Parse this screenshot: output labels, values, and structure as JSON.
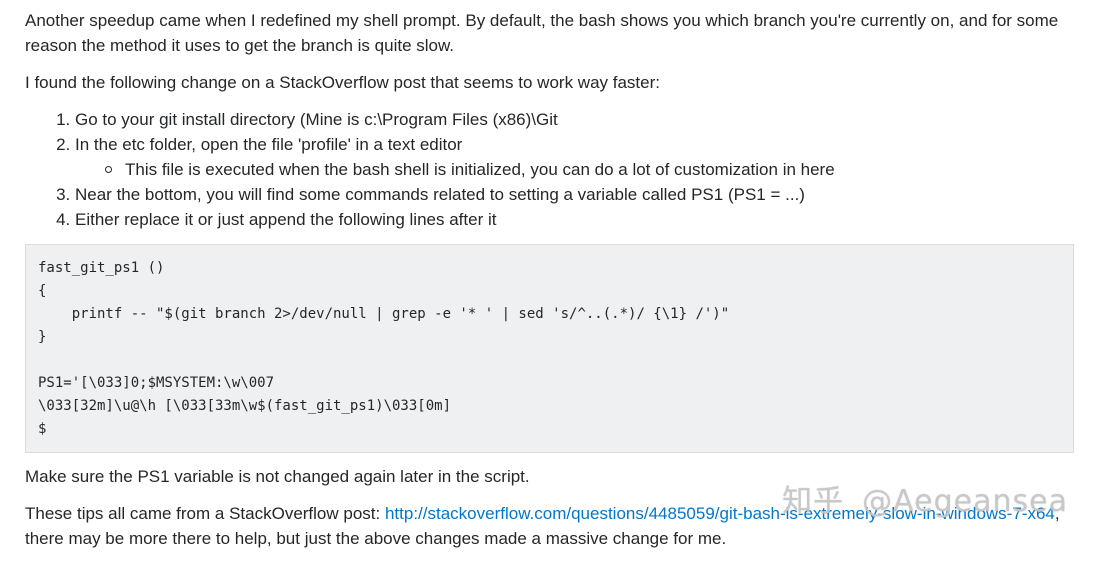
{
  "para1": "Another speedup came when I redefined my shell prompt. By default, the bash shows you which branch you're currently on, and for some reason the method it uses to get the branch is quite slow.",
  "para2": "I found the following change on a StackOverflow post that seems to work way faster:",
  "steps": [
    "Go to your git install directory (Mine is c:\\Program Files (x86)\\Git",
    "In the etc folder, open the file 'profile' in a text editor",
    "Near the bottom, you will find some commands related to setting a variable called PS1 (PS1 = ...)",
    "Either replace it or just append the following lines after it"
  ],
  "substep": "This file is executed when the bash shell is initialized, you can do a lot of customization in here",
  "code": "fast_git_ps1 ()\n{\n    printf -- \"$(git branch 2>/dev/null | grep -e '* ' | sed 's/^..(.*)/ {\\1} /')\"\n}\n\nPS1='[\\033]0;$MSYSTEM:\\w\\007\n\\033[32m]\\u@\\h [\\033[33m\\w$(fast_git_ps1)\\033[0m]\n$",
  "para3": "Make sure the PS1 variable is not changed again later in the script.",
  "para4_prefix": "These tips all came from a StackOverflow post: ",
  "link_text": "http://stackoverflow.com/questions/4485059/git-bash-is-extremely-slow-in-windows-7-x64",
  "para4_suffix": ", there may be more there to help, but just the above changes made a massive change for me.",
  "watermark": {
    "brand": "知乎",
    "user": "@Aegeansea"
  }
}
